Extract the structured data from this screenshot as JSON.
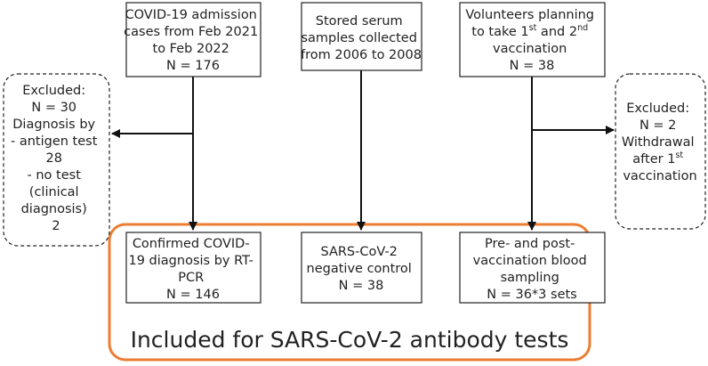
{
  "colors": {
    "included_border": "#ed7d31",
    "line": "#111111",
    "text": "#222222"
  },
  "sources": {
    "covid_admissions": {
      "lines": [
        "COVID-19 admission",
        "cases from Feb 2021",
        "to Feb 2022",
        "N = 176"
      ]
    },
    "stored_serum": {
      "lines": [
        "Stored serum",
        "samples collected",
        "from 2006 to 2008"
      ]
    },
    "volunteers": {
      "line1": "Volunteers planning",
      "line2_a": "to take 1",
      "line2_sup1": "st",
      "line2_b": " and 2",
      "line2_sup2": "nd",
      "line3": "vaccination",
      "line4": "N = 38"
    }
  },
  "excluded_left": {
    "lines": [
      "Excluded:",
      "N = 30",
      "Diagnosis by",
      "- antigen test",
      "28",
      "- no test",
      "(clinical",
      "diagnosis)",
      "2"
    ]
  },
  "excluded_right": {
    "line1": "Excluded:",
    "line2": "N = 2",
    "line3": "Withdrawal",
    "line4_a": "after 1",
    "line4_sup": "st",
    "line5": "vaccination"
  },
  "outcomes": {
    "confirmed_covid": {
      "lines": [
        "Confirmed COVID-",
        "19 diagnosis by RT-",
        "PCR",
        "N = 146"
      ]
    },
    "negative_control": {
      "lines": [
        "SARS-CoV-2",
        "negative control",
        "N = 38"
      ]
    },
    "vaccination_sampling": {
      "lines": [
        "Pre- and post-",
        "vaccination blood",
        "sampling",
        "N = 36*3 sets"
      ]
    }
  },
  "included_label": "Included for SARS-CoV-2 antibody tests"
}
